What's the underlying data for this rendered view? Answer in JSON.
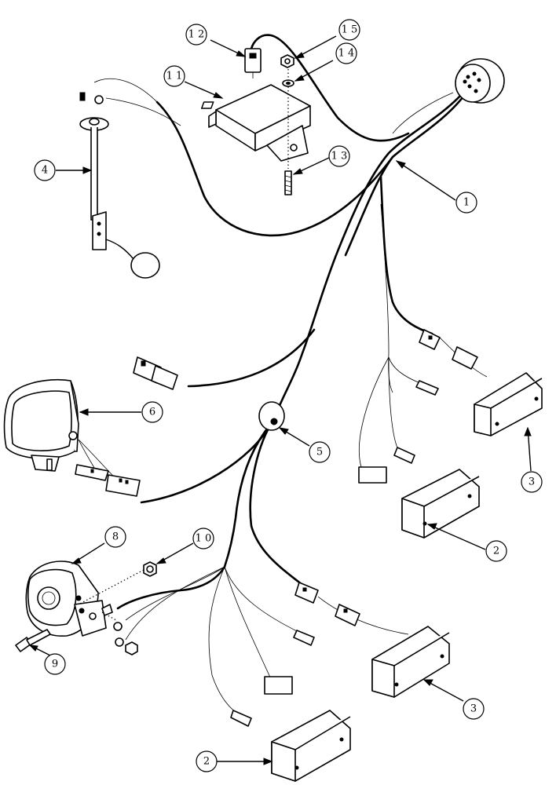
{
  "callouts": [
    {
      "id": "c1",
      "label": "1"
    },
    {
      "id": "c2a",
      "label": "2"
    },
    {
      "id": "c2b",
      "label": "2"
    },
    {
      "id": "c3a",
      "label": "3"
    },
    {
      "id": "c3b",
      "label": "3"
    },
    {
      "id": "c4",
      "label": "4"
    },
    {
      "id": "c5",
      "label": "5"
    },
    {
      "id": "c6",
      "label": "6"
    },
    {
      "id": "c8",
      "label": "8"
    },
    {
      "id": "c9",
      "label": "9"
    },
    {
      "id": "c10",
      "label": "1 0"
    },
    {
      "id": "c11",
      "label": "1 1"
    },
    {
      "id": "c12",
      "label": "1 2"
    },
    {
      "id": "c13",
      "label": "1 3"
    },
    {
      "id": "c14",
      "label": "1 4"
    },
    {
      "id": "c15",
      "label": "1 5"
    }
  ]
}
